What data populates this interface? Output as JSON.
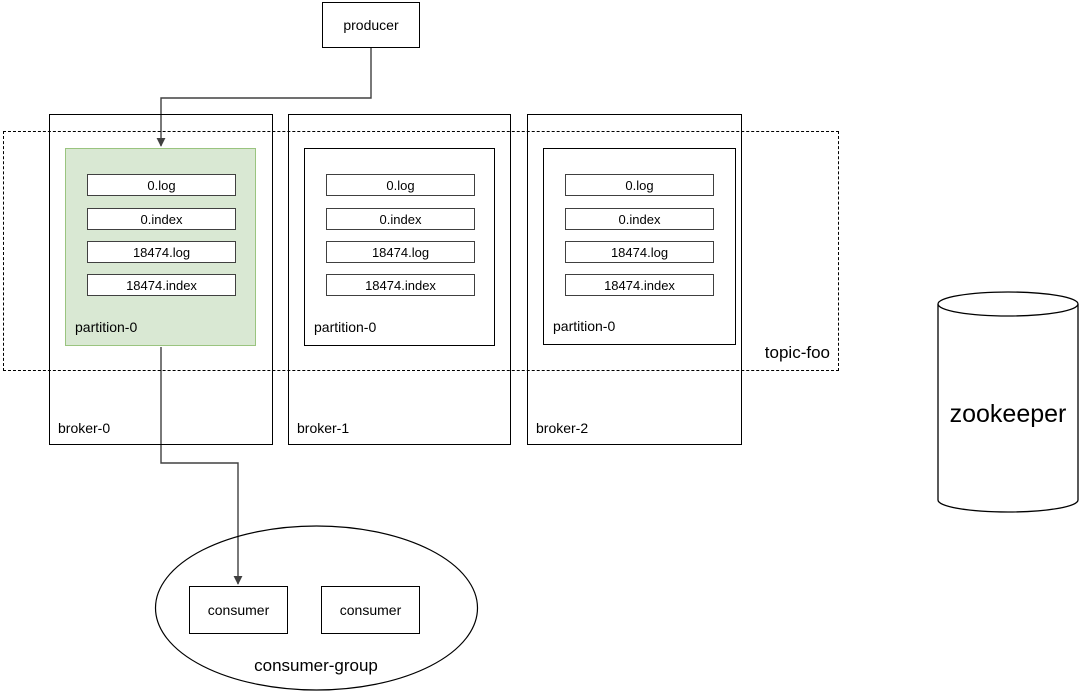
{
  "producer": {
    "label": "producer"
  },
  "topic": {
    "label": "topic-foo"
  },
  "brokers": [
    {
      "label": "broker-0"
    },
    {
      "label": "broker-1"
    },
    {
      "label": "broker-2"
    }
  ],
  "partitions": [
    {
      "label": "partition-0",
      "highlighted": true,
      "files": [
        "0.log",
        "0.index",
        "18474.log",
        "18474.index"
      ]
    },
    {
      "label": "partition-0",
      "highlighted": false,
      "files": [
        "0.log",
        "0.index",
        "18474.log",
        "18474.index"
      ]
    },
    {
      "label": "partition-0",
      "highlighted": false,
      "files": [
        "0.log",
        "0.index",
        "18474.log",
        "18474.index"
      ]
    }
  ],
  "consumer_group": {
    "label": "consumer-group",
    "consumers": [
      {
        "label": "consumer"
      },
      {
        "label": "consumer"
      }
    ]
  },
  "zookeeper": {
    "label": "zookeeper"
  },
  "colors": {
    "highlight_fill": "#d9e8d3",
    "highlight_border": "#9ac47f",
    "line": "#404040",
    "shape_border": "#000000",
    "background": "#ffffff"
  }
}
